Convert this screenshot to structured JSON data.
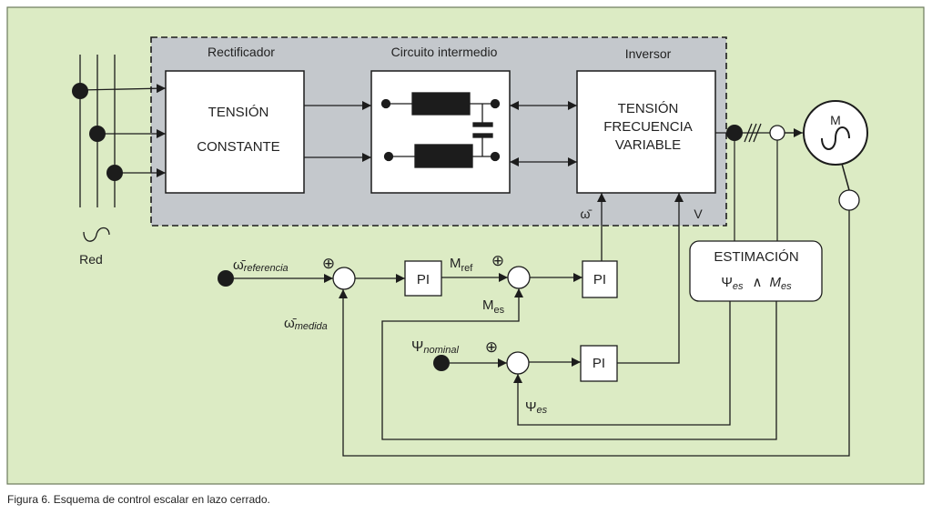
{
  "colors": {
    "background": "#dcebc4",
    "converter_area": "#c4c8cc",
    "box_fill": "#ffffff",
    "line": "#1c1c1c"
  },
  "converter": {
    "rectifier": {
      "title": "Rectificador",
      "line1": "TENSIÓN",
      "line2": "CONSTANTE"
    },
    "dc_link": {
      "title": "Circuito intermedio"
    },
    "inverter": {
      "title": "Inversor",
      "line1": "TENSIÓN",
      "line2": "FRECUENCIA",
      "line3": "VARIABLE",
      "input_speed": "ω̄",
      "input_voltage": "V"
    }
  },
  "grid": {
    "label": "Red"
  },
  "motor": {
    "label": "M"
  },
  "estimation": {
    "title": "ESTIMACIÓN",
    "psi": "Ψ",
    "psi_sub": "es",
    "and": "∧",
    "m": "M",
    "m_sub": "es"
  },
  "controllers": {
    "pi_label": "PI",
    "speed_ref": {
      "symbol": "ω̄",
      "sub": "referencia"
    },
    "speed_meas": {
      "symbol": "ω̄",
      "sub": "medida"
    },
    "torque_ref": {
      "symbol": "M",
      "sub": "ref"
    },
    "torque_est": {
      "symbol": "M",
      "sub": "es"
    },
    "flux_nominal": {
      "symbol": "Ψ",
      "sub": "nominal"
    },
    "flux_est": {
      "symbol": "Ψ",
      "sub": "es"
    },
    "sum_sign": "⊕"
  },
  "caption": "Figura 6. Esquema de control escalar en lazo cerrado."
}
